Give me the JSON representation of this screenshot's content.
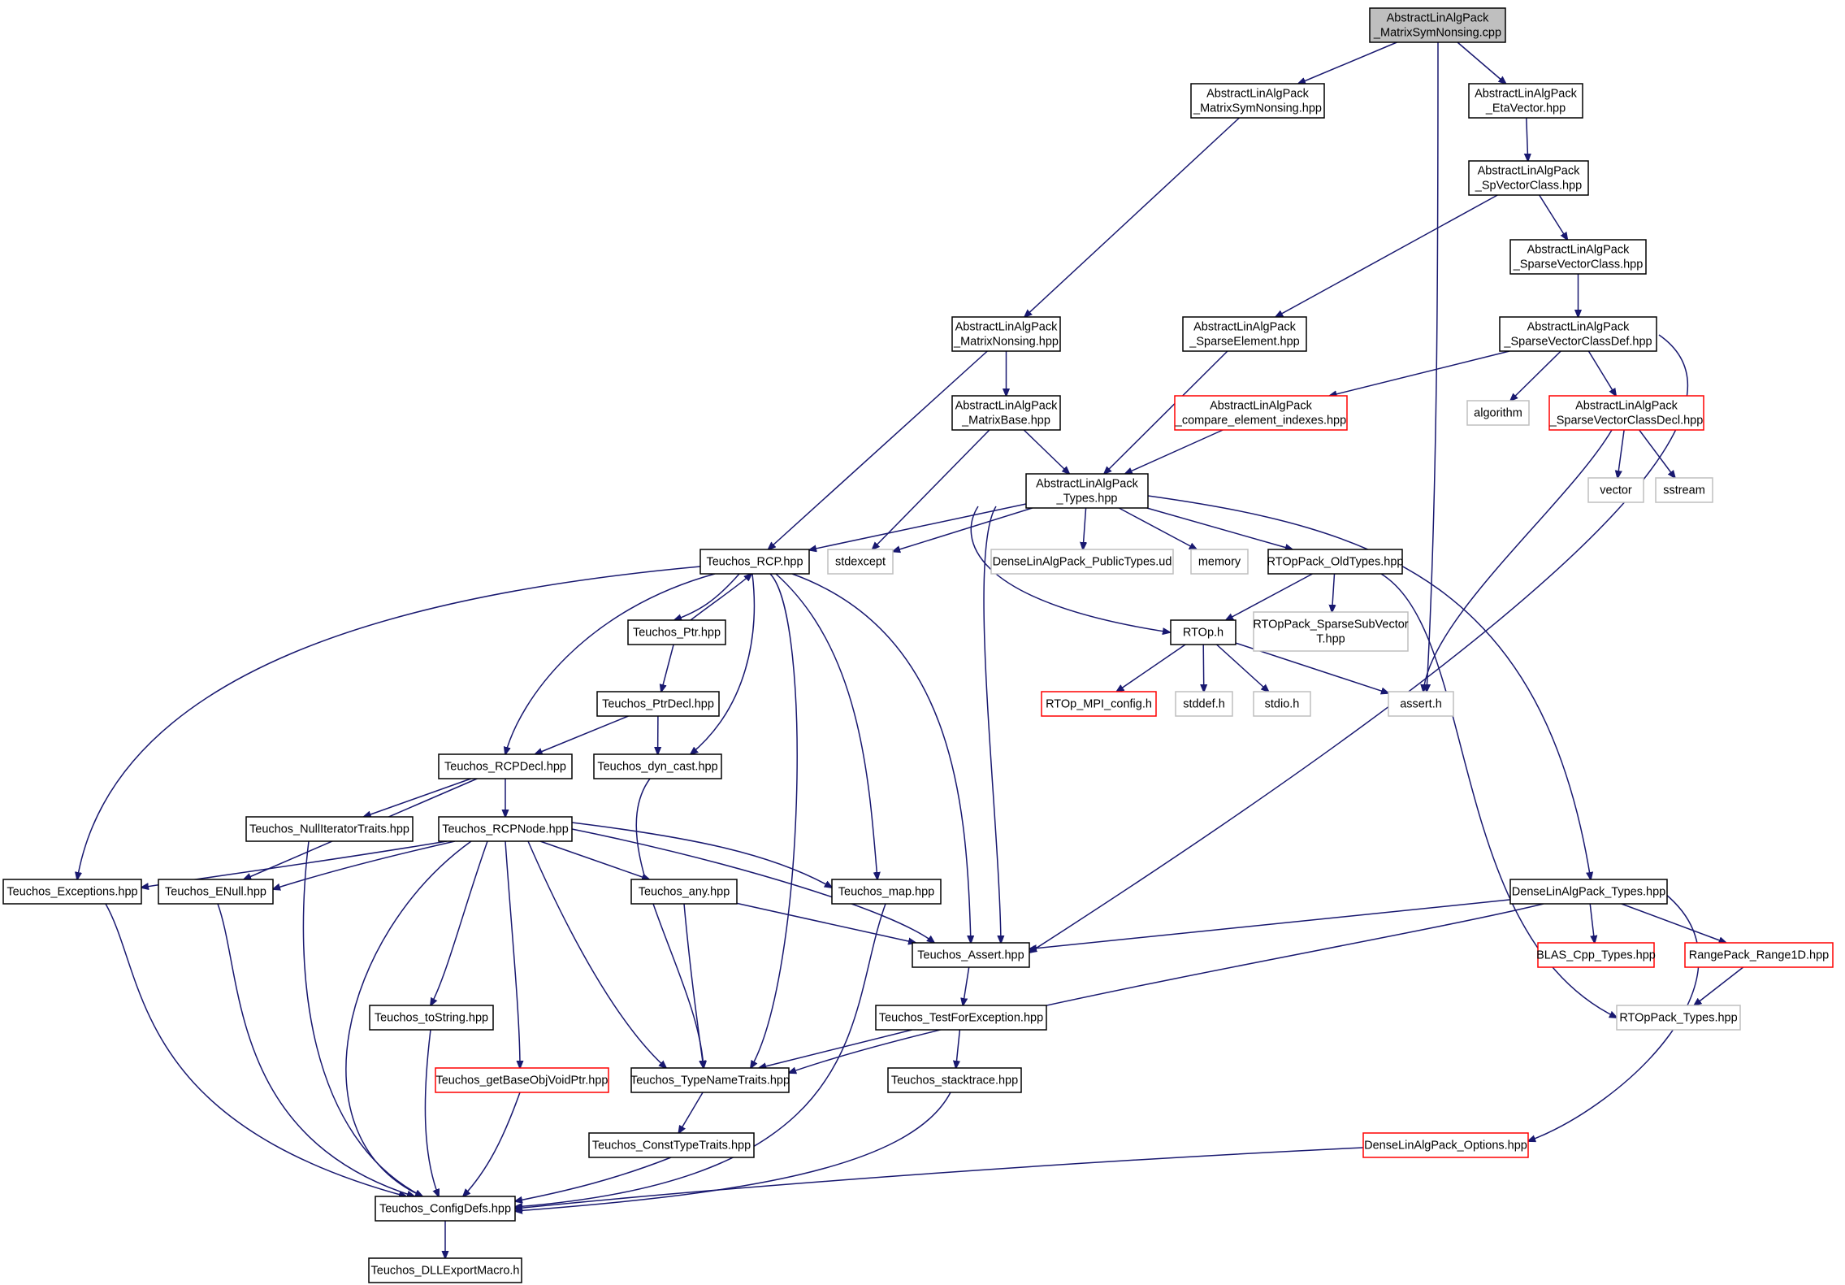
{
  "nodes": [
    {
      "id": "root",
      "lines": [
        "AbstractLinAlgPack",
        "_MatrixSymNonsing.cpp"
      ],
      "style": "root"
    },
    {
      "id": "msn_hpp",
      "lines": [
        "AbstractLinAlgPack",
        "_MatrixSymNonsing.hpp"
      ],
      "style": "normal"
    },
    {
      "id": "eta",
      "lines": [
        "AbstractLinAlgPack",
        "_EtaVector.hpp"
      ],
      "style": "normal"
    },
    {
      "id": "spvc",
      "lines": [
        "AbstractLinAlgPack",
        "_SpVectorClass.hpp"
      ],
      "style": "normal"
    },
    {
      "id": "svc",
      "lines": [
        "AbstractLinAlgPack",
        "_SparseVectorClass.hpp"
      ],
      "style": "normal"
    },
    {
      "id": "mnon",
      "lines": [
        "AbstractLinAlgPack",
        "_MatrixNonsing.hpp"
      ],
      "style": "normal"
    },
    {
      "id": "spel",
      "lines": [
        "AbstractLinAlgPack",
        "_SparseElement.hpp"
      ],
      "style": "normal"
    },
    {
      "id": "svcdef",
      "lines": [
        "AbstractLinAlgPack",
        "_SparseVectorClassDef.hpp"
      ],
      "style": "normal"
    },
    {
      "id": "mbase",
      "lines": [
        "AbstractLinAlgPack",
        "_MatrixBase.hpp"
      ],
      "style": "normal"
    },
    {
      "id": "cmpidx",
      "lines": [
        "AbstractLinAlgPack",
        "_compare_element_indexes.hpp"
      ],
      "style": "red"
    },
    {
      "id": "algorithm",
      "lines": [
        "algorithm"
      ],
      "style": "grey"
    },
    {
      "id": "svcdecl",
      "lines": [
        "AbstractLinAlgPack",
        "_SparseVectorClassDecl.hpp"
      ],
      "style": "red"
    },
    {
      "id": "types",
      "lines": [
        "AbstractLinAlgPack",
        "_Types.hpp"
      ],
      "style": "normal"
    },
    {
      "id": "vector",
      "lines": [
        "vector"
      ],
      "style": "grey"
    },
    {
      "id": "sstream",
      "lines": [
        "sstream"
      ],
      "style": "grey"
    },
    {
      "id": "rcp",
      "lines": [
        "Teuchos_RCP.hpp"
      ],
      "style": "normal"
    },
    {
      "id": "stdexcept",
      "lines": [
        "stdexcept"
      ],
      "style": "grey"
    },
    {
      "id": "dlapub",
      "lines": [
        "DenseLinAlgPack_PublicTypes.ud"
      ],
      "style": "grey"
    },
    {
      "id": "memory",
      "lines": [
        "memory"
      ],
      "style": "grey"
    },
    {
      "id": "rtopold",
      "lines": [
        "RTOpPack_OldTypes.hpp"
      ],
      "style": "normal"
    },
    {
      "id": "ptr",
      "lines": [
        "Teuchos_Ptr.hpp"
      ],
      "style": "normal"
    },
    {
      "id": "rtop",
      "lines": [
        "RTOp.h"
      ],
      "style": "normal"
    },
    {
      "id": "rtopsub",
      "lines": [
        "RTOpPack_SparseSubVector",
        "T.hpp"
      ],
      "style": "grey"
    },
    {
      "id": "ptrdecl",
      "lines": [
        "Teuchos_PtrDecl.hpp"
      ],
      "style": "normal"
    },
    {
      "id": "mpi",
      "lines": [
        "RTOp_MPI_config.h"
      ],
      "style": "red"
    },
    {
      "id": "stddef",
      "lines": [
        "stddef.h"
      ],
      "style": "grey"
    },
    {
      "id": "stdio",
      "lines": [
        "stdio.h"
      ],
      "style": "grey"
    },
    {
      "id": "assert",
      "lines": [
        "assert.h"
      ],
      "style": "grey"
    },
    {
      "id": "rcpdecl",
      "lines": [
        "Teuchos_RCPDecl.hpp"
      ],
      "style": "normal"
    },
    {
      "id": "dyncast",
      "lines": [
        "Teuchos_dyn_cast.hpp"
      ],
      "style": "normal"
    },
    {
      "id": "nulliter",
      "lines": [
        "Teuchos_NullIteratorTraits.hpp"
      ],
      "style": "normal"
    },
    {
      "id": "rcpnode",
      "lines": [
        "Teuchos_RCPNode.hpp"
      ],
      "style": "normal"
    },
    {
      "id": "excep",
      "lines": [
        "Teuchos_Exceptions.hpp"
      ],
      "style": "normal"
    },
    {
      "id": "enull",
      "lines": [
        "Teuchos_ENull.hpp"
      ],
      "style": "normal"
    },
    {
      "id": "any",
      "lines": [
        "Teuchos_any.hpp"
      ],
      "style": "normal"
    },
    {
      "id": "map",
      "lines": [
        "Teuchos_map.hpp"
      ],
      "style": "normal"
    },
    {
      "id": "dlatypes",
      "lines": [
        "DenseLinAlgPack_Types.hpp"
      ],
      "style": "normal"
    },
    {
      "id": "tassert",
      "lines": [
        "Teuchos_Assert.hpp"
      ],
      "style": "normal"
    },
    {
      "id": "blas",
      "lines": [
        "BLAS_Cpp_Types.hpp"
      ],
      "style": "red"
    },
    {
      "id": "range1d",
      "lines": [
        "RangePack_Range1D.hpp"
      ],
      "style": "red"
    },
    {
      "id": "tostring",
      "lines": [
        "Teuchos_toString.hpp"
      ],
      "style": "normal"
    },
    {
      "id": "testfor",
      "lines": [
        "Teuchos_TestForException.hpp"
      ],
      "style": "normal"
    },
    {
      "id": "rtoptypes",
      "lines": [
        "RTOpPack_Types.hpp"
      ],
      "style": "grey"
    },
    {
      "id": "getbase",
      "lines": [
        "Teuchos_getBaseObjVoidPtr.hpp"
      ],
      "style": "red"
    },
    {
      "id": "typename",
      "lines": [
        "Teuchos_TypeNameTraits.hpp"
      ],
      "style": "normal"
    },
    {
      "id": "stacktrace",
      "lines": [
        "Teuchos_stacktrace.hpp"
      ],
      "style": "normal"
    },
    {
      "id": "consttype",
      "lines": [
        "Teuchos_ConstTypeTraits.hpp"
      ],
      "style": "normal"
    },
    {
      "id": "dlaopt",
      "lines": [
        "DenseLinAlgPack_Options.hpp"
      ],
      "style": "red"
    },
    {
      "id": "configdefs",
      "lines": [
        "Teuchos_ConfigDefs.hpp"
      ],
      "style": "normal"
    },
    {
      "id": "dllexport",
      "lines": [
        "Teuchos_DLLExportMacro.h"
      ],
      "style": "normal"
    }
  ],
  "edges": [
    [
      "root",
      "msn_hpp"
    ],
    [
      "root",
      "eta"
    ],
    [
      "root",
      "assert"
    ],
    [
      "msn_hpp",
      "mnon"
    ],
    [
      "eta",
      "spvc"
    ],
    [
      "spvc",
      "spel"
    ],
    [
      "spvc",
      "svc"
    ],
    [
      "svc",
      "svcdef"
    ],
    [
      "mnon",
      "mbase"
    ],
    [
      "mnon",
      "rcp"
    ],
    [
      "spel",
      "types"
    ],
    [
      "svcdef",
      "cmpidx"
    ],
    [
      "svcdef",
      "algorithm"
    ],
    [
      "svcdef",
      "svcdecl"
    ],
    [
      "svcdef",
      "tassert"
    ],
    [
      "mbase",
      "types"
    ],
    [
      "mbase",
      "stdexcept"
    ],
    [
      "cmpidx",
      "types"
    ],
    [
      "svcdecl",
      "vector"
    ],
    [
      "svcdecl",
      "sstream"
    ],
    [
      "svcdecl",
      "assert"
    ],
    [
      "types",
      "rcp"
    ],
    [
      "types",
      "stdexcept"
    ],
    [
      "types",
      "dlapub"
    ],
    [
      "types",
      "memory"
    ],
    [
      "types",
      "rtopold"
    ],
    [
      "types",
      "rtop"
    ],
    [
      "types",
      "tassert"
    ],
    [
      "types",
      "dlatypes"
    ],
    [
      "rcp",
      "ptr"
    ],
    [
      "rcp",
      "rcpdecl"
    ],
    [
      "rcp",
      "dyncast"
    ],
    [
      "rcp",
      "excep"
    ],
    [
      "rcp",
      "tassert"
    ],
    [
      "rcp",
      "map"
    ],
    [
      "rcp",
      "typename"
    ],
    [
      "ptr",
      "rcp"
    ],
    [
      "ptr",
      "ptrdecl"
    ],
    [
      "ptrdecl",
      "rcpdecl"
    ],
    [
      "ptrdecl",
      "dyncast"
    ],
    [
      "rtopold",
      "rtop"
    ],
    [
      "rtopold",
      "rtopsub"
    ],
    [
      "rtopold",
      "rtoptypes"
    ],
    [
      "rtop",
      "mpi"
    ],
    [
      "rtop",
      "stddef"
    ],
    [
      "rtop",
      "stdio"
    ],
    [
      "rtop",
      "assert"
    ],
    [
      "rcpdecl",
      "nulliter"
    ],
    [
      "rcpdecl",
      "rcpnode"
    ],
    [
      "rcpdecl",
      "enull"
    ],
    [
      "dyncast",
      "typename"
    ],
    [
      "nulliter",
      "configdefs"
    ],
    [
      "rcpnode",
      "excep"
    ],
    [
      "rcpnode",
      "enull"
    ],
    [
      "rcpnode",
      "any"
    ],
    [
      "rcpnode",
      "map"
    ],
    [
      "rcpnode",
      "tassert"
    ],
    [
      "rcpnode",
      "tostring"
    ],
    [
      "rcpnode",
      "getbase"
    ],
    [
      "rcpnode",
      "typename"
    ],
    [
      "rcpnode",
      "configdefs"
    ],
    [
      "excep",
      "configdefs"
    ],
    [
      "enull",
      "configdefs"
    ],
    [
      "any",
      "tassert"
    ],
    [
      "any",
      "typename"
    ],
    [
      "map",
      "configdefs"
    ],
    [
      "dlatypes",
      "tassert"
    ],
    [
      "dlatypes",
      "blas"
    ],
    [
      "dlatypes",
      "range1d"
    ],
    [
      "dlatypes",
      "typename"
    ],
    [
      "dlatypes",
      "dlaopt"
    ],
    [
      "range1d",
      "rtoptypes"
    ],
    [
      "tassert",
      "testfor"
    ],
    [
      "tostring",
      "configdefs"
    ],
    [
      "testfor",
      "typename"
    ],
    [
      "testfor",
      "stacktrace"
    ],
    [
      "getbase",
      "configdefs"
    ],
    [
      "typename",
      "consttype"
    ],
    [
      "stacktrace",
      "configdefs"
    ],
    [
      "consttype",
      "configdefs"
    ],
    [
      "dlaopt",
      "configdefs"
    ],
    [
      "configdefs",
      "dllexport"
    ]
  ]
}
